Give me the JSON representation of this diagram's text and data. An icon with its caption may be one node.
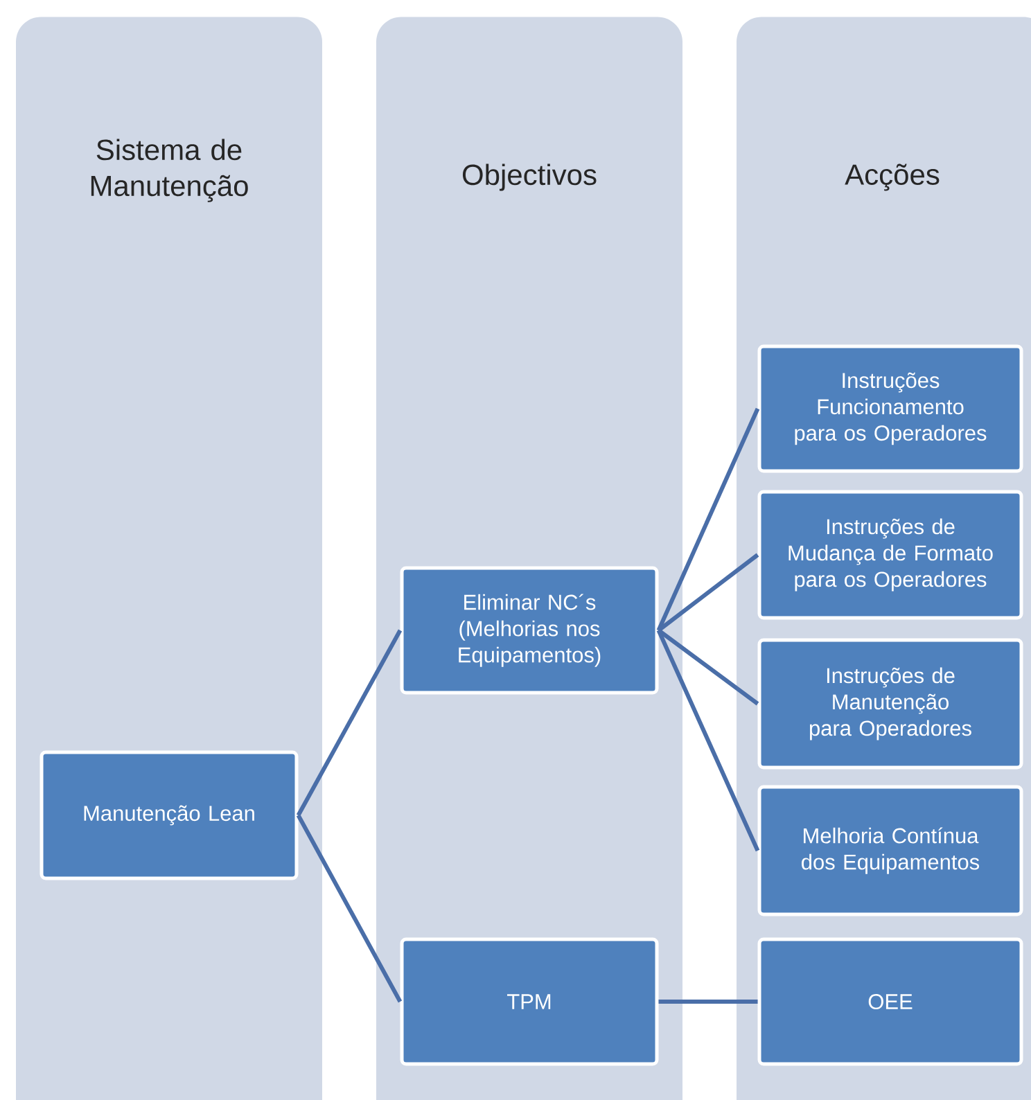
{
  "diagram": {
    "nodes": [
      {
        "text": [
          "Sistema de Manutenção"
        ]
      },
      {
        "text": [
          "Objectivos"
        ]
      },
      {
        "text": [
          "Acções"
        ]
      },
      {
        "text": [
          "Manutenção Lean"
        ],
        "in": 0
      },
      {
        "text": [
          "Eliminar NC´s (Melhorias nos Equipamentos)"
        ],
        "in": 1
      },
      {
        "text": [
          "TPM"
        ],
        "in": 1
      },
      {
        "text": [
          "Instruções Funcionamento para os Operadores"
        ],
        "in": 2
      },
      {
        "text": [
          "Instruções de Mudança de Formato para os Operadores"
        ],
        "in": 2
      },
      {
        "text": [
          "Instruções de Manutenção para Operadores"
        ],
        "in": 2
      },
      {
        "text": [
          "Melhoria Contínua dos Equipamentos"
        ],
        "in": 2
      },
      {
        "text": [
          "OEE"
        ],
        "in": 2
      }
    ],
    "edges": [
      {
        "from": 3,
        "to": 4,
        "arrow": "none"
      },
      {
        "from": 3,
        "to": 5,
        "arrow": "none"
      },
      {
        "from": 4,
        "to": 6,
        "arrow": "none"
      },
      {
        "from": 4,
        "to": 7,
        "arrow": "none"
      },
      {
        "from": 4,
        "to": 8,
        "arrow": "none"
      },
      {
        "from": 4,
        "to": 9,
        "arrow": "none"
      },
      {
        "from": 5,
        "to": 10,
        "arrow": "none"
      }
    ]
  }
}
